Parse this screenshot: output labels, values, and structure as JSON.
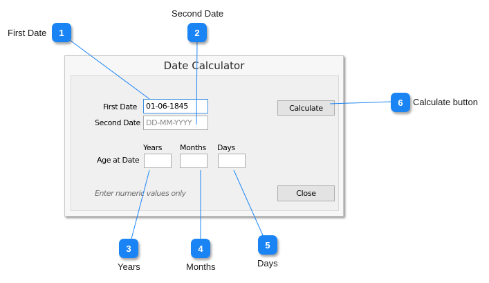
{
  "window": {
    "title": "Date Calculator"
  },
  "form": {
    "first_date_label": "First Date",
    "first_date_value": "01-06-1845",
    "second_date_label": "Second Date",
    "second_date_value": "",
    "second_date_placeholder": "DD-MM-YYYY",
    "age_label": "Age at Date",
    "years_header": "Years",
    "months_header": "Months",
    "days_header": "Days",
    "years_value": "",
    "months_value": "",
    "days_value": "",
    "hint": "Enter numeric values only",
    "calculate_label": "Calculate",
    "close_label": "Close"
  },
  "callouts": [
    {
      "number": "1",
      "label": "First Date"
    },
    {
      "number": "2",
      "label": "Second Date"
    },
    {
      "number": "3",
      "label": "Years"
    },
    {
      "number": "4",
      "label": "Months"
    },
    {
      "number": "5",
      "label": "Days"
    },
    {
      "number": "6",
      "label": "Calculate button"
    }
  ],
  "colors": {
    "badge": "#1a84f5",
    "leader_line": "#1a84f5",
    "focus_border": "#3c8fdf"
  }
}
